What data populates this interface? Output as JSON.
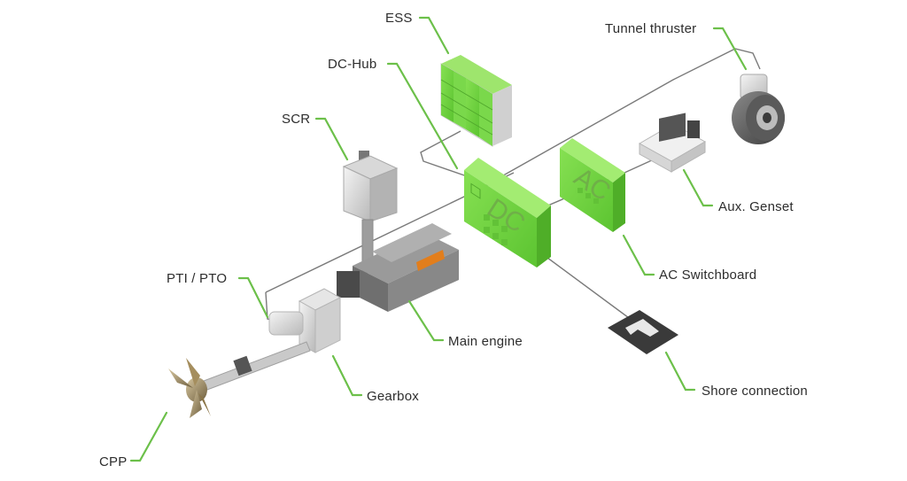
{
  "labels": {
    "ess": "ESS",
    "tunnel_thruster": "Tunnel thruster",
    "dc_hub": "DC-Hub",
    "scr": "SCR",
    "aux_genset": "Aux. Genset",
    "pti_pto": "PTI / PTO",
    "ac_switchboard": "AC Switchboard",
    "main_engine": "Main engine",
    "gearbox": "Gearbox",
    "shore_connection": "Shore connection",
    "cpp": "CPP"
  },
  "box_text": {
    "dc": "DC",
    "ac": "AC"
  },
  "colors": {
    "accent_green": "#79d24a",
    "accent_green_dark": "#4fa62b",
    "leader_green": "#6cc04a",
    "text": "#2d2d2d",
    "wire": "#7a7a7a"
  }
}
